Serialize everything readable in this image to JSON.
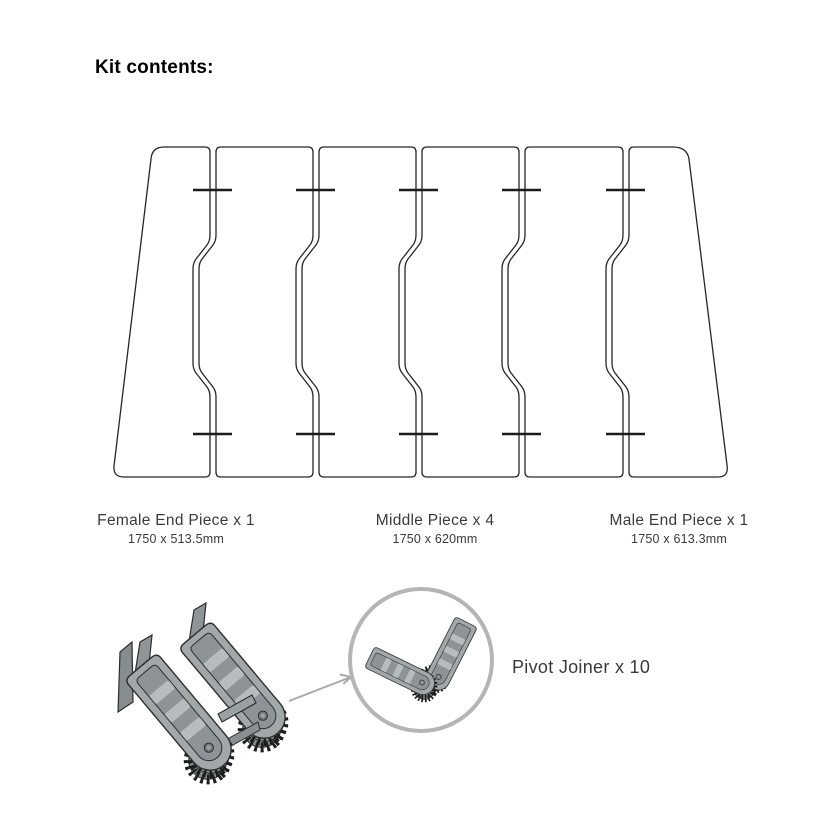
{
  "page": {
    "title": "Kit contents:"
  },
  "kit": {
    "panels": [
      {
        "name": "Female End Piece x 1",
        "dimensions": "1750 x 513.5mm"
      },
      {
        "name": "Middle Piece x 4",
        "dimensions": "1750 x 620mm"
      },
      {
        "name": "Male End Piece x 1",
        "dimensions": "1750 x 613.3mm"
      }
    ],
    "joiner": {
      "name": "Pivot Joiner x 10"
    }
  },
  "colors": {
    "outline": "#262626",
    "tick": "#1c1c1c",
    "part_gray": "#9ba0a3",
    "part_gray_dark": "#868b8e",
    "part_gray_light": "#b7bcbe",
    "magnifier_circle": "#b5b5b5",
    "arrow": "#a9a9a9",
    "label_text": "#3a3a3a"
  }
}
